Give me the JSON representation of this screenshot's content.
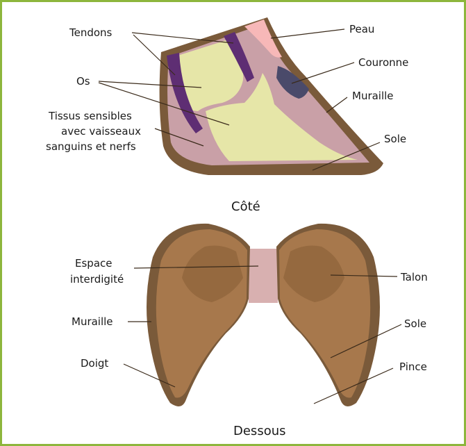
{
  "colors": {
    "frame": "#8db63c",
    "hoof_brown": "#7a5a3a",
    "hoof_light": "#a7784c",
    "hoof_mid": "#95693f",
    "sensitive_tissue": "#c9a0a7",
    "bone": "#e6e6a8",
    "tendon": "#5e2e73",
    "skin": "#f7b8b8",
    "coronet": "#4a4a6a",
    "interdigital": "#d8b0b0"
  },
  "side_view": {
    "title": "Côté",
    "labels": {
      "tendons": "Tendons",
      "os": "Os",
      "tissus_line1": "Tissus sensibles",
      "tissus_line2": "avec vaisseaux",
      "tissus_line3": "sanguins et nerfs",
      "peau": "Peau",
      "couronne": "Couronne",
      "muraille": "Muraille",
      "sole": "Sole"
    }
  },
  "bottom_view": {
    "title": "Dessous",
    "labels": {
      "espace_line1": "Espace",
      "espace_line2": "interdigité",
      "muraille": "Muraille",
      "doigt": "Doigt",
      "talon": "Talon",
      "sole": "Sole",
      "pince": "Pince"
    }
  }
}
